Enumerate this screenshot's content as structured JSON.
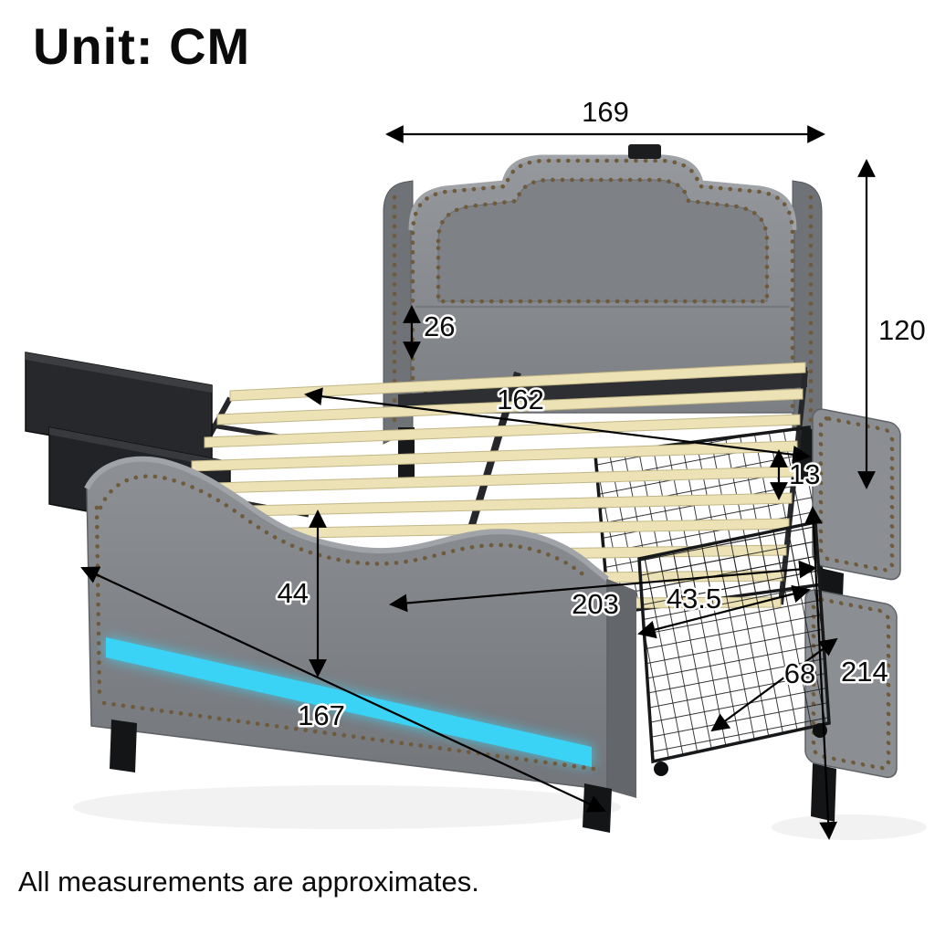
{
  "title": "Unit: CM",
  "unit": "CM",
  "footnote": "All measurements are approximates.",
  "dimensions": {
    "headboard_width": "169",
    "headboard_height": "120",
    "headboard_rail_height": "26",
    "slat_area_width": "162",
    "slat_clearance": "13",
    "footboard_panel_height": "44",
    "interior_length": "203",
    "drawer_width": "43.5",
    "drawer_length": "68",
    "footboard_width": "167",
    "overall_length": "214"
  },
  "colors": {
    "fabric_gray": "#8b8e93",
    "fabric_dark": "#6f7277",
    "slat_wood": "#ece2b6",
    "led_accent": "#3bd3f5",
    "wire_black": "#17181a",
    "nailhead_bronze": "#6f5b3c",
    "dimension_line": "#000000"
  }
}
